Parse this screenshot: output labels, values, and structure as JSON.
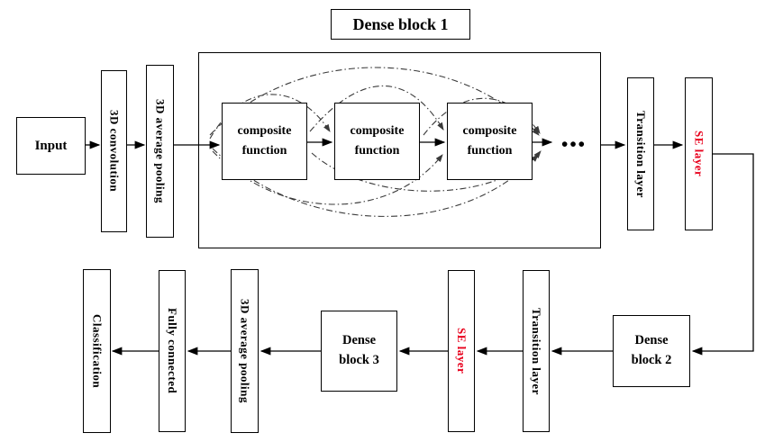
{
  "diagram_title": "Dense block 1",
  "nodes": {
    "input": "Input",
    "conv3d": "3D convolution",
    "avgpool_top": "3D average pooling",
    "composite1": "composite function",
    "composite2": "composite function",
    "composite3": "composite function",
    "ellipsis": "•••",
    "transition_top": "Transition layer",
    "se_top": "SE layer",
    "dense_block_2": "Dense block 2",
    "transition_bottom": "Transition layer",
    "se_bottom": "SE layer",
    "dense_block_3": "Dense block 3",
    "avgpool_bottom": "3D average pooling",
    "fully_connected": "Fully connected",
    "classification": "Classification"
  },
  "colors": {
    "se_label": "#e8001c",
    "box_border": "#000000",
    "arrow": "#000000",
    "skip_connection": "#3a3a3a"
  }
}
